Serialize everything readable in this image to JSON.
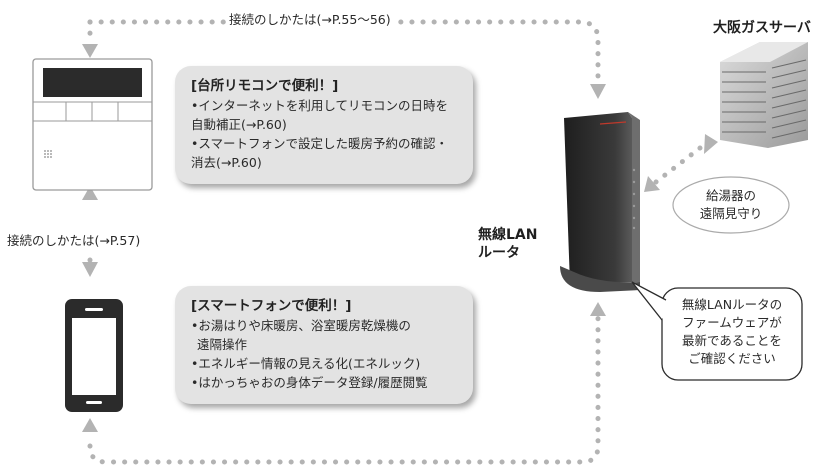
{
  "links": {
    "top": "接続のしかたは(→P.55〜56)",
    "left": "接続のしかたは(→P.57)"
  },
  "server": {
    "label": "大阪ガスサーバ"
  },
  "router": {
    "line1": "無線LAN",
    "line2": "ルータ"
  },
  "remote_box": {
    "title": "[台所リモコンで便利！]",
    "bullets": [
      "•インターネットを利用してリモコンの日時を",
      "自動補正(→P.60)",
      "•スマートフォンで設定した暖房予約の確認・",
      "消去(→P.60)"
    ]
  },
  "phone_box": {
    "title": "[スマートフォンで便利！]",
    "bullets": [
      "•お湯はりや床暖房、浴室暖房乾燥機の",
      "遠隔操作",
      "•エネルギー情報の見える化(エネルック)",
      "•はかっちゃおの身体データ登録/履歴閲覧"
    ]
  },
  "water_heater_bubble": {
    "line1": "給湯器の",
    "line2": "遠隔見守り"
  },
  "firmware_callout": {
    "lines": [
      "無線LANルータの",
      "ファームウェアが",
      "最新であることを",
      "ご確認ください"
    ]
  },
  "colors": {
    "dotted_path": "#b3b3b3",
    "info_box": "#e3e3e3",
    "device_dark": "#2b2b2b",
    "arrow": "#b3b3b3"
  },
  "icons": [
    "remote-controller-icon",
    "smartphone-icon",
    "wireless-router-icon",
    "server-rack-icon"
  ]
}
